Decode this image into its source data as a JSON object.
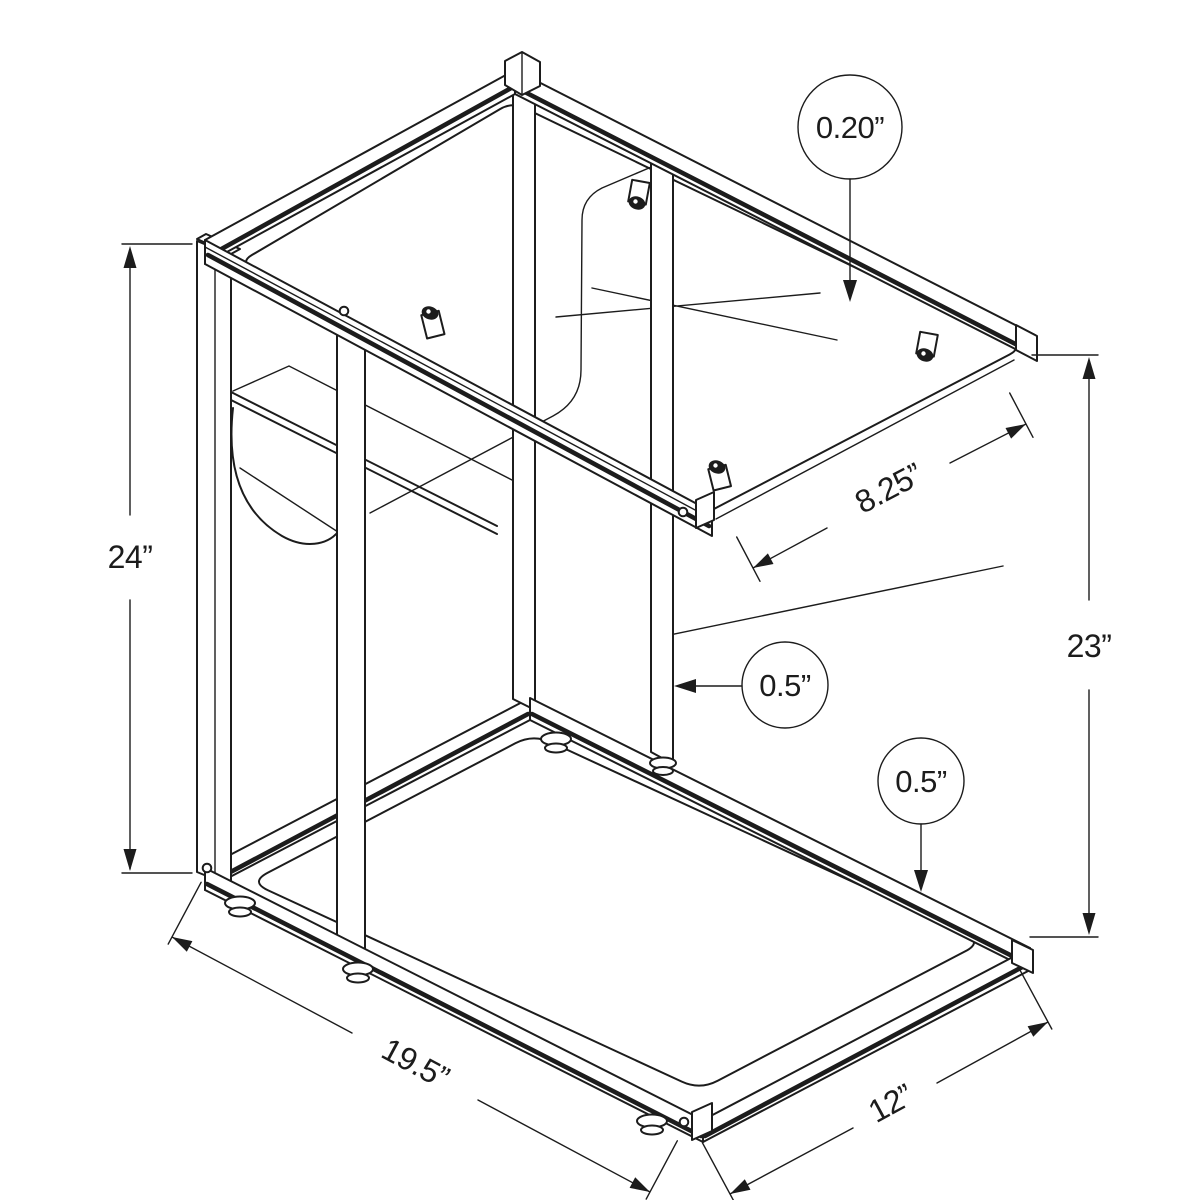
{
  "diagram": {
    "type": "furniture-dimension-drawing",
    "background": "#ffffff",
    "line_color": "#1c1c1c",
    "dimensions": {
      "glass_thickness": "0.20”",
      "overall_height": "24”",
      "top_depth": "8.25”",
      "side_height": "23”",
      "frame_thickness_mid": "0.5”",
      "frame_thickness_base": "0.5”",
      "base_length": "19.5”",
      "base_depth": "12”"
    }
  }
}
